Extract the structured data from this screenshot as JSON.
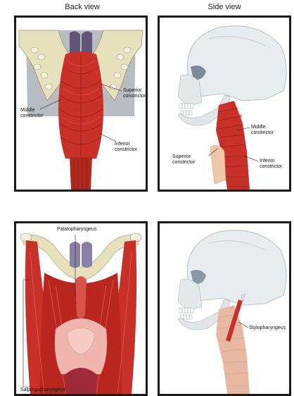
{
  "columns": {
    "left": "Back view",
    "right": "Side view"
  },
  "panels": {
    "back_constrictors": {
      "labels": {
        "superior": "Superior\nconstrictor",
        "middle": "Middle\nconstrictor",
        "inferior": "Inferior\nconstrictor"
      }
    },
    "side_constrictors": {
      "labels": {
        "middle": "Middle\nconstrictor",
        "superior": "Superior\nconstrictor",
        "inferior": "Inferior\nconstrictor"
      }
    },
    "back_longitudinal": {
      "labels": {
        "palatopharyngeus": "Palatopharyngeus",
        "salpingopharyngeus": "Salpingopharyngeus"
      }
    },
    "side_longitudinal": {
      "labels": {
        "stylopharyngeus": "Stylopharyngeus"
      }
    }
  },
  "colors": {
    "muscle": "#c8302a",
    "muscle_dark": "#8e1d18",
    "muscle_light": "#e0675c",
    "bone": "#e8e3c8",
    "skull": "#e9ecef",
    "skull_shadow": "#b9c1c9",
    "soft_tissue": "#d9c0a8",
    "purple": "#6b5f86"
  }
}
